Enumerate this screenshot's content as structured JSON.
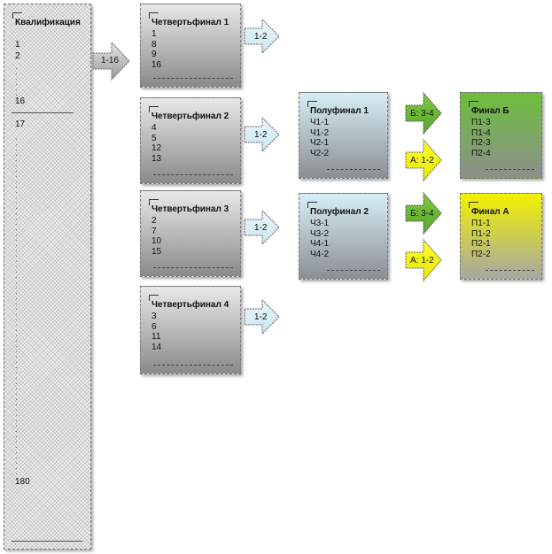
{
  "qualification": {
    "title": "Квалификация",
    "top_items": [
      "1",
      "2"
    ],
    "item_16": "16",
    "item_17": "17",
    "item_180": "180"
  },
  "arrows": {
    "to_quarterfinals": "1-16",
    "quarter_to_semi": "1-2",
    "semi_to_final_b": "Б: 3-4",
    "semi_to_final_a": "А: 1-2"
  },
  "quarterfinals": [
    {
      "title": "Четвертьфинал 1",
      "items": [
        "1",
        "8",
        "9",
        "16"
      ]
    },
    {
      "title": "Четвертьфинал 2",
      "items": [
        "4",
        "5",
        "12",
        "13"
      ]
    },
    {
      "title": "Четвертьфинал 3",
      "items": [
        "2",
        "7",
        "10",
        "15"
      ]
    },
    {
      "title": "Четвертьфинал 4",
      "items": [
        "3",
        "6",
        "11",
        "14"
      ]
    }
  ],
  "semifinals": [
    {
      "title": "Полуфинал 1",
      "items": [
        "Ч1-1",
        "Ч1-2",
        "Ч2-1",
        "Ч2-2"
      ]
    },
    {
      "title": "Полуфинал 2",
      "items": [
        "Ч3-1",
        "Ч3-2",
        "Ч4-1",
        "Ч4-2"
      ]
    }
  ],
  "finals": [
    {
      "title": "Финал Б",
      "items": [
        "П1-3",
        "П1-4",
        "П2-3",
        "П2-4"
      ]
    },
    {
      "title": "Финал А",
      "items": [
        "П1-1",
        "П1-2",
        "П2-1",
        "П2-2"
      ]
    }
  ],
  "colors": {
    "final_b": "#6dbf3a",
    "final_a": "#f2f200",
    "semifinal": "#d6eef6",
    "arrow_light": "#dff1f8"
  }
}
